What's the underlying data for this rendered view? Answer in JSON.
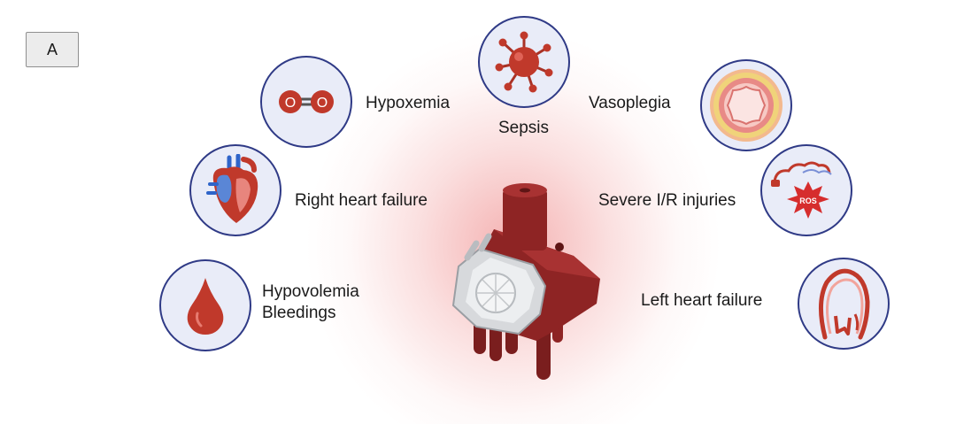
{
  "panel": {
    "label": "A"
  },
  "complications": {
    "hypoxemia": "Hypoxemia",
    "sepsis": "Sepsis",
    "vasoplegia": "Vasoplegia",
    "right_heart_failure": "Right heart failure",
    "severe_ir_injuries": "Severe I/R injuries",
    "hypovolemia": "Hypovolemia",
    "bleedings": "Bleedings",
    "left_heart_failure": "Left heart failure"
  },
  "icons": {
    "hypoxemia": "oxygen-molecule-icon",
    "sepsis": "pathogen-icon",
    "vasoplegia": "blood-vessel-icon",
    "right_heart_failure": "heart-icon",
    "severe_ir_injuries": "ros-icon",
    "hypovolemia": "blood-drop-icon",
    "left_heart_failure": "left-ventricle-icon",
    "center": "ecmo-pump-icon"
  },
  "ros_text": "ROS",
  "oxygen_atom": "O",
  "colors": {
    "accent_red": "#c0392b",
    "circle_border": "#2f3a86",
    "circle_fill": "#e9ecf8"
  }
}
